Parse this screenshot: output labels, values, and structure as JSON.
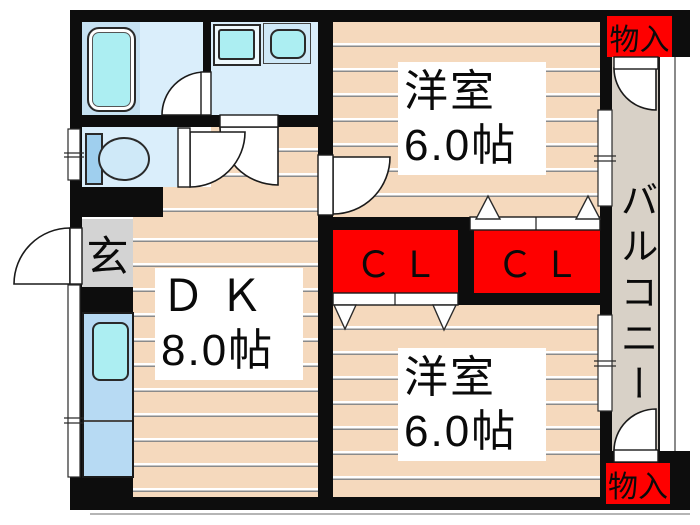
{
  "plan_type": "apartment-floorplan",
  "rooms": {
    "western_top": {
      "name": "洋室",
      "size": "6.0帖"
    },
    "western_bottom": {
      "name": "洋室",
      "size": "6.0帖"
    },
    "dining_kitchen": {
      "name": "ＤＫ",
      "size": "8.0帖"
    }
  },
  "areas": {
    "balcony": "バルコニー",
    "entrance": "玄",
    "closet_left": "ＣＬ",
    "closet_right": "ＣＬ",
    "storage_top": "物入",
    "storage_bottom": "物入"
  },
  "colors": {
    "wall": "#0d0d0d",
    "floor_wood": "#f5d9bd",
    "floor_balcony": "#d8d1c7",
    "accent_red": "#fe0000",
    "wet_room_blue": "#daeefb",
    "fixture_cyan": "#aceef2",
    "entrance_gray": "#d3d3d3"
  }
}
